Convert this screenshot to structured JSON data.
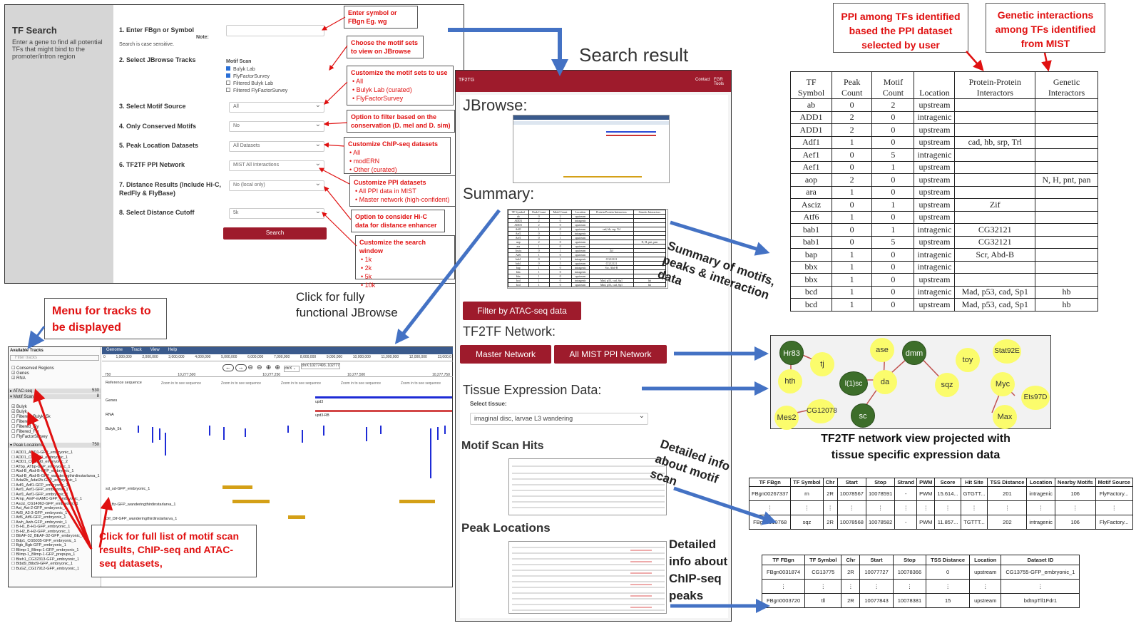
{
  "tf_search": {
    "title": "TF Search",
    "intro": "Enter a gene to find all potential TFs that might bind to the promoter/intron region",
    "step1": "1. Enter FBgn or Symbol",
    "note_label": "Note:",
    "note_text": "Search is case sensitive.",
    "step2": "2. Select JBrowse Tracks",
    "motif_scan_label": "Motif Scan",
    "motif_options": [
      "Bulyk Lab",
      "FlyFactorSurvey",
      "Filtered Bulyk Lab",
      "Filtered FlyFactorSurvey"
    ],
    "step3": "3. Select Motif Source",
    "step3_value": "All",
    "step4": "4. Only Conserved Motifs",
    "step4_value": "No",
    "step5": "5. Peak Location Datasets",
    "step5_value": "All Datasets",
    "step6": "6. TF2TF PPI Network",
    "step6_value": "MIST All Interactions",
    "step7": "7. Distance Results (Include Hi-C, RedFly & FlyBase)",
    "step7_value": "No (local only)",
    "step8": "8. Select Distance Cutoff",
    "step8_value": "5k",
    "search_button": "Search"
  },
  "callouts": {
    "c1": "Enter symbol or FBgn Eg. wg",
    "c2": "Choose the motif sets to view on JBrowse",
    "c3_title": "Customize the motif sets to use",
    "c3_items": [
      "All",
      "Bulyk Lab (curated)",
      "FlyFactorSurvey"
    ],
    "c4": "Option to filter based on the conservation (D. mel and D. sim)",
    "c5_title": "Customize ChIP-seq datasets",
    "c5_items": [
      "All",
      "modERN",
      "Other (curated)"
    ],
    "c6_title": "Customize PPI datasets",
    "c6_items": [
      "All PPI data in MIST",
      "Master network (high-confident)"
    ],
    "c7": "Option to consider Hi-C data for distance enhancer",
    "c8_title": "Customize the search window",
    "c8_items": [
      "1k",
      "2k",
      "5k",
      "10k"
    ],
    "menu_tracks": "Menu for tracks to be displayed",
    "full_list": "Click for full list of motif scan results, ChIP-seq and ATAC-seq datasets,",
    "ppi_among": "PPI among TFs identified based the PPI dataset selected by user",
    "genetic_among": "Genetic interactions among TFs identified from MIST"
  },
  "labels": {
    "search_result": "Search result",
    "click_jbrowse": "Click for fully functional JBrowse",
    "summary_of": "Summary of motifs, peaks & interaction data",
    "tf2tf_caption": "TF2TF network view projected with tissue specific expression data",
    "detailed_motif": "Detailed info about motif scan",
    "detailed_chip": "Detailed info about ChIP-seq peaks"
  },
  "result_page": {
    "brand": "TF2TG",
    "nav_contact": "Contact",
    "nav_tools": "FGR Tools",
    "jbrowse": "JBrowse:",
    "summary": "Summary:",
    "filter_btn": "Filter by ATAC-seq data",
    "tf2tf": "TF2TF Network:",
    "master_btn": "Master Network",
    "mist_btn": "All MIST PPI Network",
    "tissue": "Tissue Expression Data:",
    "select_tissue": "Select tissue:",
    "tissue_value": "imaginal disc, larvae L3 wandering",
    "motif_hits": "Motif Scan Hits",
    "peak_locations": "Peak Locations"
  },
  "jbrowse_panel": {
    "available_tracks": "Available Tracks",
    "filter_tracks": "Filter tracks",
    "menu": [
      "Genome",
      "Track",
      "View",
      "Help"
    ],
    "track_checks": [
      "Conserved Regions",
      "Genes",
      "RNA"
    ],
    "sections": [
      "ATAC-seq",
      "Motif Scan",
      "Peak Locations"
    ],
    "motif_items": [
      "Bulyk",
      "Bulyk_",
      "Filtered_Bulyk_5k",
      "Filtered_",
      "Filtered_Fly",
      "Filtered_Fly",
      "FlyFactorSurvey"
    ],
    "peak_items": [
      "ADD1_ADD1-GFP_embryonic_1",
      "ADD1_CG8290_embryonic_1",
      "ADD1_CG8290_embryonic_2",
      "ATbp_ATbp-GFP_embryonic_1",
      "Abd-B_Abd-B-GFP_embryonic_1",
      "Abd-B_Abd-B-GFP_wanderingthirdinstarlarva_1",
      "Adat2b_Adat2b-GFP_embryonic_1",
      "Adf1_Adf1-GFP_embryonic_1",
      "Aef1_Aef1-GFP_embryonic_1",
      "Aef1_Aef1-GFP_embryonic_1",
      "Arnp_AmP-mAMC-GFP_embryonic_1",
      "Asciz_CG14962-GFP_embryonic_1",
      "Ast_Ast-2-GFP_embryonic_1",
      "Atf3_A3-3-GFP_embryonic_1",
      "Atf6_Atf6-GFP_embryonic_1",
      "Awh_Awh-GFP_embryonic_1",
      "B-H1_B-H1-GFP_embryonic_1",
      "B-H2_B-H2-GFP_embryonic_1",
      "BEAF-32_BEAF-32-GFP_embryonic_1",
      "Bdp1_CG5035-GFP_embryonic_1",
      "Bgb_Bgb-GFP_embryonic_1",
      "Blimp-1_Blimp-1-GFP_embryonic_1",
      "Blimp-1_Blimp-1-GFP_prepupa_1",
      "Bteh1_CG32313-GFP_embryonic_1",
      "Btbd9_Btbd9-GFP_embryonic_1",
      "BuGZ_CG17912-GFP_embryonic_1"
    ],
    "ruler": [
      "0",
      "1,000,000",
      "2,000,000",
      "3,000,000",
      "4,000,000",
      "5,000,000",
      "6,000,000",
      "7,000,000",
      "8,000,000",
      "9,000,000",
      "10,000,000",
      "11,000,000",
      "12,000,000",
      "13,000,0"
    ],
    "locus": "chrX:10277493..10277741",
    "scale": [
      "750",
      "10,277,500",
      "10,277,250",
      "10,277,500",
      "10,277,750"
    ],
    "ref_seq": "Reference sequence",
    "zoom_text": "Zoom in to see sequence",
    "genes_track": "Genes",
    "rna_track": "RNA",
    "bulyk_track": "Bulyk_5k",
    "track_sd": "sd_sd-GFP_embryonic_1",
    "track_ftz": "ftz_ftz-GFP_wanderingthirdinstarlarva_1",
    "track_dif": "Dif_Dif-GFP_wanderingthirdinstarlarva_1",
    "gene1": "upd3",
    "gene2": "upd3-RB",
    "count1": "530",
    "count2": "8",
    "count3": "750"
  },
  "summary_table": {
    "headers": [
      "TF Symbol",
      "Peak Count",
      "Motif Count",
      "Location",
      "Protein-Protein Interactors",
      "Genetic Interactors"
    ],
    "rows": [
      [
        "ab",
        "0",
        "2",
        "upstream",
        "",
        ""
      ],
      [
        "ADD1",
        "2",
        "0",
        "intragenic",
        "",
        ""
      ],
      [
        "ADD1",
        "2",
        "0",
        "upstream",
        "",
        ""
      ],
      [
        "Adf1",
        "1",
        "0",
        "upstream",
        "cad, hb, srp, Trl",
        ""
      ],
      [
        "Aef1",
        "0",
        "5",
        "intragenic",
        "",
        ""
      ],
      [
        "Aef1",
        "0",
        "1",
        "upstream",
        "",
        ""
      ],
      [
        "aop",
        "2",
        "0",
        "upstream",
        "",
        "N, H, pnt, pan"
      ],
      [
        "ara",
        "1",
        "0",
        "upstream",
        "",
        ""
      ],
      [
        "Asciz",
        "0",
        "1",
        "upstream",
        "Zif",
        ""
      ],
      [
        "Atf6",
        "1",
        "0",
        "upstream",
        "",
        ""
      ],
      [
        "bab1",
        "0",
        "1",
        "intragenic",
        "CG32121",
        ""
      ],
      [
        "bab1",
        "0",
        "5",
        "upstream",
        "CG32121",
        ""
      ],
      [
        "bap",
        "1",
        "0",
        "intragenic",
        "Scr, Abd-B",
        ""
      ],
      [
        "bbx",
        "1",
        "0",
        "intragenic",
        "",
        ""
      ],
      [
        "bbx",
        "1",
        "0",
        "upstream",
        "",
        ""
      ],
      [
        "bcd",
        "1",
        "0",
        "intragenic",
        "Mad, p53, cad, Sp1",
        "hb"
      ],
      [
        "bcd",
        "1",
        "0",
        "upstream",
        "Mad, p53, cad, Sp1",
        "hb"
      ]
    ]
  },
  "network": {
    "nodes": [
      {
        "id": "Hr83",
        "color": "green"
      },
      {
        "id": "tj",
        "color": "yellow"
      },
      {
        "id": "hth",
        "color": "yellow"
      },
      {
        "id": "l(1)sc",
        "color": "green"
      },
      {
        "id": "ase",
        "color": "yellow"
      },
      {
        "id": "da",
        "color": "yellow"
      },
      {
        "id": "dmm",
        "color": "green"
      },
      {
        "id": "sqz",
        "color": "yellow"
      },
      {
        "id": "sc",
        "color": "green"
      },
      {
        "id": "CG12078",
        "color": "yellow"
      },
      {
        "id": "Mes2",
        "color": "yellow"
      },
      {
        "id": "toy",
        "color": "yellow"
      },
      {
        "id": "Stat92E",
        "color": "yellow"
      },
      {
        "id": "Myc",
        "color": "yellow"
      },
      {
        "id": "Max",
        "color": "yellow"
      },
      {
        "id": "Ets97D",
        "color": "yellow"
      }
    ]
  },
  "motif_table": {
    "headers": [
      "TF FBgn",
      "TF Symbol",
      "Chr",
      "Start",
      "Stop",
      "Strand",
      "PWM",
      "Score",
      "Hit Site",
      "TSS Distance",
      "Location",
      "Nearby Motifs",
      "Motif Source"
    ],
    "rows": [
      [
        "FBgn00267337",
        "rn",
        "2R",
        "10078567",
        "10078591",
        "-",
        "PWM",
        "15.614...",
        "GTGTT...",
        "201",
        "intragenic",
        "106",
        "FlyFactory..."
      ],
      [
        "⋮",
        "⋮",
        "⋮",
        "⋮",
        "⋮",
        "⋮",
        "⋮",
        "⋮",
        "⋮",
        "⋮",
        "⋮",
        "⋮",
        "⋮"
      ],
      [
        "FBgn0010768",
        "sqz",
        "2R",
        "10078568",
        "10078582",
        "-",
        "PWM",
        "11.857...",
        "TGTTT...",
        "202",
        "intragenic",
        "106",
        "FlyFactory..."
      ]
    ]
  },
  "peak_table": {
    "headers": [
      "TF FBgn",
      "TF Symbol",
      "Chr",
      "Start",
      "Stop",
      "TSS Distance",
      "Location",
      "Dataset ID"
    ],
    "rows": [
      [
        "FBgn0031874",
        "CG13775",
        "2R",
        "10077727",
        "10078366",
        "0",
        "upstream",
        "CG13755-GFP_embryonic_1"
      ],
      [
        "⋮",
        "⋮",
        "⋮",
        "⋮",
        "⋮",
        "⋮",
        "⋮",
        "⋮"
      ],
      [
        "FBgn0003720",
        "tll",
        "2R",
        "10077843",
        "10078381",
        "15",
        "upstream",
        "bdtnpTll1Fdr1"
      ]
    ]
  },
  "colors": {
    "accent_red": "#e01010",
    "button_dark_red": "#9e1b2c",
    "arrow_blue": "#4472c4",
    "node_green": "#3d6e2a",
    "node_yellow": "#fbfc6c"
  }
}
